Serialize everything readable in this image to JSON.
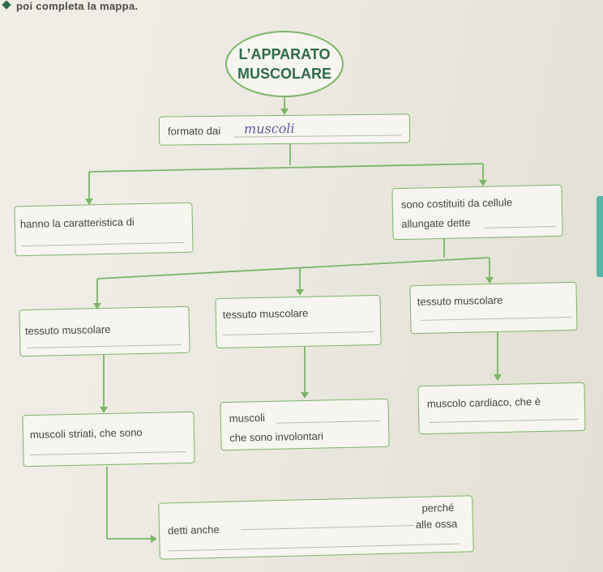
{
  "instruction": "poi completa la mappa.",
  "title": {
    "line1": "L’APPARATO",
    "line2": "MUSCOLARE"
  },
  "boxes": {
    "formato": {
      "text": "formato dai",
      "handwritten": "muscoli"
    },
    "caratteristica": {
      "text": "hanno la caratteristica di"
    },
    "cellule": {
      "line1": "sono costituiti da cellule",
      "line2": "allungate dette"
    },
    "tessuto_left": {
      "text": "tessuto muscolare"
    },
    "tessuto_mid": {
      "text": "tessuto muscolare"
    },
    "tessuto_right": {
      "text": "tessuto muscolare"
    },
    "striati": {
      "text": "muscoli striati, che sono"
    },
    "muscoli_mid": {
      "line1": "muscoli",
      "line2": "che sono involontari"
    },
    "cardiaco": {
      "text": "muscolo cardiaco, che è"
    },
    "detti": {
      "text": "detti anche",
      "right_top": "perché",
      "right_bottom": "alle ossa"
    }
  },
  "colors": {
    "box_border": "#7db46a",
    "title_text": "#2e6a4a",
    "handwriting": "#5a5aa0",
    "tab": "#57b5a8"
  }
}
